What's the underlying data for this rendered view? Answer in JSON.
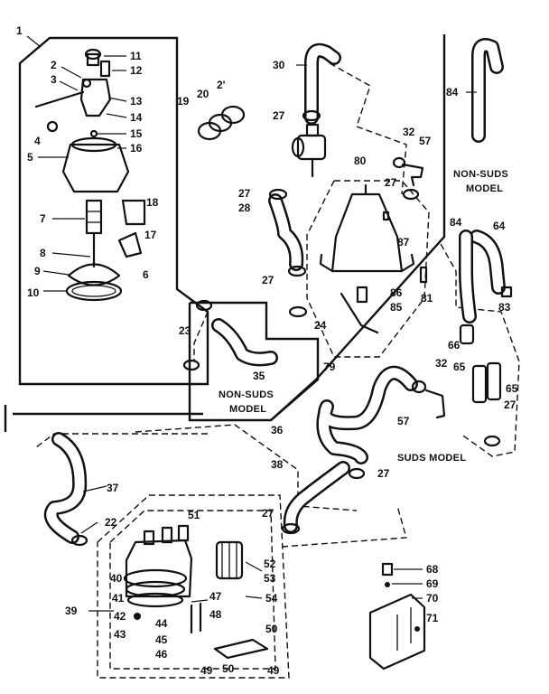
{
  "labels": {
    "non_suds_model_top": [
      "NON-SUDS",
      "MODEL"
    ],
    "non_suds_model_mid": [
      "NON-SUDS",
      "MODEL"
    ],
    "suds_model": "SUDS MODEL"
  },
  "callouts": [
    {
      "id": "c1",
      "text": "1"
    },
    {
      "id": "c2",
      "text": "2"
    },
    {
      "id": "c3",
      "text": "3"
    },
    {
      "id": "c4",
      "text": "4"
    },
    {
      "id": "c5",
      "text": "5"
    },
    {
      "id": "c6",
      "text": "6"
    },
    {
      "id": "c7",
      "text": "7"
    },
    {
      "id": "c8",
      "text": "8"
    },
    {
      "id": "c9",
      "text": "9"
    },
    {
      "id": "c10",
      "text": "10"
    },
    {
      "id": "c11",
      "text": "11"
    },
    {
      "id": "c12",
      "text": "12"
    },
    {
      "id": "c13",
      "text": "13"
    },
    {
      "id": "c14",
      "text": "14"
    },
    {
      "id": "c15",
      "text": "15"
    },
    {
      "id": "c16",
      "text": "16"
    },
    {
      "id": "c17",
      "text": "17"
    },
    {
      "id": "c18",
      "text": "18"
    },
    {
      "id": "c19",
      "text": "19"
    },
    {
      "id": "c20",
      "text": "20"
    },
    {
      "id": "c2p",
      "text": "2'"
    },
    {
      "id": "c22",
      "text": "22"
    },
    {
      "id": "c23",
      "text": "23"
    },
    {
      "id": "c24",
      "text": "24"
    },
    {
      "id": "c27a",
      "text": "27"
    },
    {
      "id": "c27b",
      "text": "27"
    },
    {
      "id": "c27c",
      "text": "27"
    },
    {
      "id": "c27d",
      "text": "27"
    },
    {
      "id": "c27e",
      "text": "27"
    },
    {
      "id": "c27f",
      "text": "27"
    },
    {
      "id": "c27g",
      "text": "27"
    },
    {
      "id": "c28",
      "text": "28"
    },
    {
      "id": "c30",
      "text": "30"
    },
    {
      "id": "c32a",
      "text": "32"
    },
    {
      "id": "c32b",
      "text": "32"
    },
    {
      "id": "c35",
      "text": "35"
    },
    {
      "id": "c36",
      "text": "36"
    },
    {
      "id": "c37",
      "text": "37"
    },
    {
      "id": "c38",
      "text": "38"
    },
    {
      "id": "c39",
      "text": "39"
    },
    {
      "id": "c40",
      "text": "40"
    },
    {
      "id": "c41",
      "text": "41"
    },
    {
      "id": "c42",
      "text": "42"
    },
    {
      "id": "c43",
      "text": "43"
    },
    {
      "id": "c44",
      "text": "44"
    },
    {
      "id": "c45",
      "text": "45"
    },
    {
      "id": "c46",
      "text": "46"
    },
    {
      "id": "c47",
      "text": "47"
    },
    {
      "id": "c48",
      "text": "48"
    },
    {
      "id": "c49a",
      "text": "49"
    },
    {
      "id": "c49b",
      "text": "49"
    },
    {
      "id": "c50a",
      "text": "50"
    },
    {
      "id": "c50b",
      "text": "50"
    },
    {
      "id": "c51",
      "text": "51"
    },
    {
      "id": "c52",
      "text": "52"
    },
    {
      "id": "c53",
      "text": "53"
    },
    {
      "id": "c54",
      "text": "54"
    },
    {
      "id": "c57a",
      "text": "57"
    },
    {
      "id": "c57b",
      "text": "57"
    },
    {
      "id": "c64",
      "text": "64"
    },
    {
      "id": "c65a",
      "text": "65"
    },
    {
      "id": "c65b",
      "text": "65"
    },
    {
      "id": "c66",
      "text": "66"
    },
    {
      "id": "c68",
      "text": "68"
    },
    {
      "id": "c69",
      "text": "69"
    },
    {
      "id": "c70",
      "text": "70"
    },
    {
      "id": "c71",
      "text": "71"
    },
    {
      "id": "c79",
      "text": "79"
    },
    {
      "id": "c80",
      "text": "80"
    },
    {
      "id": "c81",
      "text": "81"
    },
    {
      "id": "c83",
      "text": "83"
    },
    {
      "id": "c84a",
      "text": "84"
    },
    {
      "id": "c84b",
      "text": "84"
    },
    {
      "id": "c85",
      "text": "85"
    },
    {
      "id": "c86",
      "text": "86"
    },
    {
      "id": "c87",
      "text": "87"
    }
  ]
}
